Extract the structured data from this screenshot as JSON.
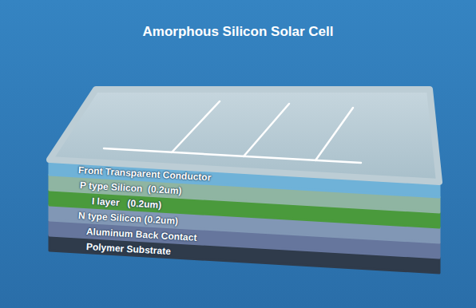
{
  "diagram": {
    "title": "Amorphous Silicon Solar Cell",
    "nodes": [
      {
        "text": [
          "Front Transparent Conductor"
        ]
      },
      {
        "text": [
          "P type Silicon  (0.2um)"
        ]
      },
      {
        "text": [
          "I layer   (0.2um)"
        ]
      },
      {
        "text": [
          "N type Silicon (0.2um)"
        ]
      },
      {
        "text": [
          "Aluminum Back Contact"
        ]
      },
      {
        "text": [
          "Polymer Substrate"
        ]
      }
    ]
  }
}
